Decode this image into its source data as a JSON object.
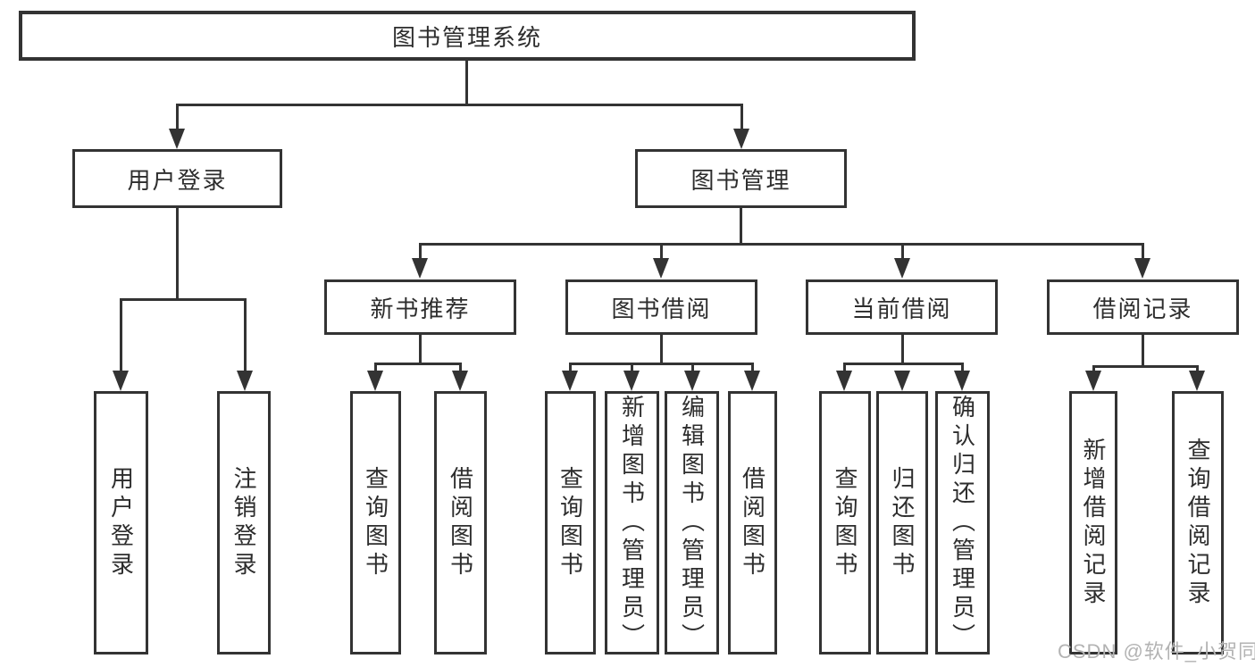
{
  "diagram": {
    "root": {
      "label": "图书管理系统"
    },
    "branches": [
      {
        "label": "用户登录",
        "children": [
          {
            "label": "用户登录"
          },
          {
            "label": "注销登录"
          }
        ]
      },
      {
        "label": "图书管理",
        "children": [
          {
            "label": "新书推荐",
            "children": [
              {
                "label": "查询图书"
              },
              {
                "label": "借阅图书"
              }
            ]
          },
          {
            "label": "图书借阅",
            "children": [
              {
                "label": "查询图书"
              },
              {
                "label": "新增图书（管理员）"
              },
              {
                "label": "编辑图书（管理员）"
              },
              {
                "label": "借阅图书"
              }
            ]
          },
          {
            "label": "当前借阅",
            "children": [
              {
                "label": "查询图书"
              },
              {
                "label": "归还图书"
              },
              {
                "label": "确认归还（管理员）"
              }
            ]
          },
          {
            "label": "借阅记录",
            "children": [
              {
                "label": "新增借阅记录"
              },
              {
                "label": "查询借阅记录"
              }
            ]
          }
        ]
      }
    ]
  },
  "watermark": {
    "text": "CSDN @软件_小贺同学"
  },
  "colors": {
    "line": "#333333",
    "background": "#ffffff",
    "text": "#2d2d2d",
    "watermark": "#b3b3b3"
  }
}
